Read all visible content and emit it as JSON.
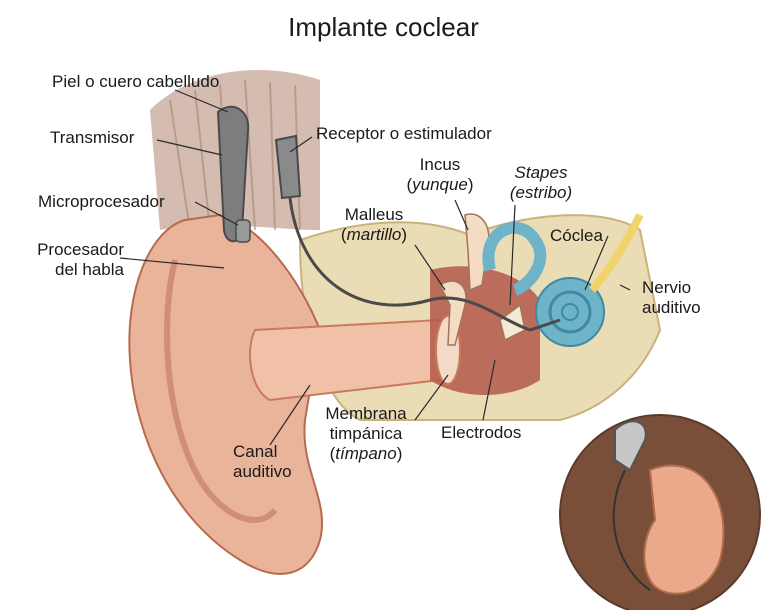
{
  "title": "Implante coclear",
  "labels": {
    "skin": "Piel o cuero cabelludo",
    "transmitter": "Transmisor",
    "microprocessor": "Microprocesador",
    "speech_processor_1": "Procesador",
    "speech_processor_2": "del habla",
    "receiver": "Receptor o estimulador",
    "incus_1": "Incus",
    "incus_2_open": "(",
    "incus_2_it": "yunque",
    "incus_2_close": ")",
    "stapes_1": "Stapes",
    "stapes_2": "(estribo)",
    "malleus_1": "Malleus",
    "malleus_2_open": "(",
    "malleus_2_it": "martillo",
    "malleus_2_close": ")",
    "cochlea": "Cóclea",
    "nerve_1": "Nervio",
    "nerve_2": "auditivo",
    "membrane_1": "Membrana",
    "membrane_2": "timpánica",
    "membrane_3_open": "(",
    "membrane_3_it": "tímpano",
    "membrane_3_close": ")",
    "electrodes": "Electrodos",
    "canal_1": "Canal",
    "canal_2": "auditivo"
  },
  "colors": {
    "skin": "#e9b49a",
    "skin_dark": "#c97a5c",
    "bone": "#eadcb4",
    "cochlea": "#6fb3c9",
    "nerve": "#f1d36b",
    "hair": "#c7a898",
    "device": "#7d7d7d"
  }
}
